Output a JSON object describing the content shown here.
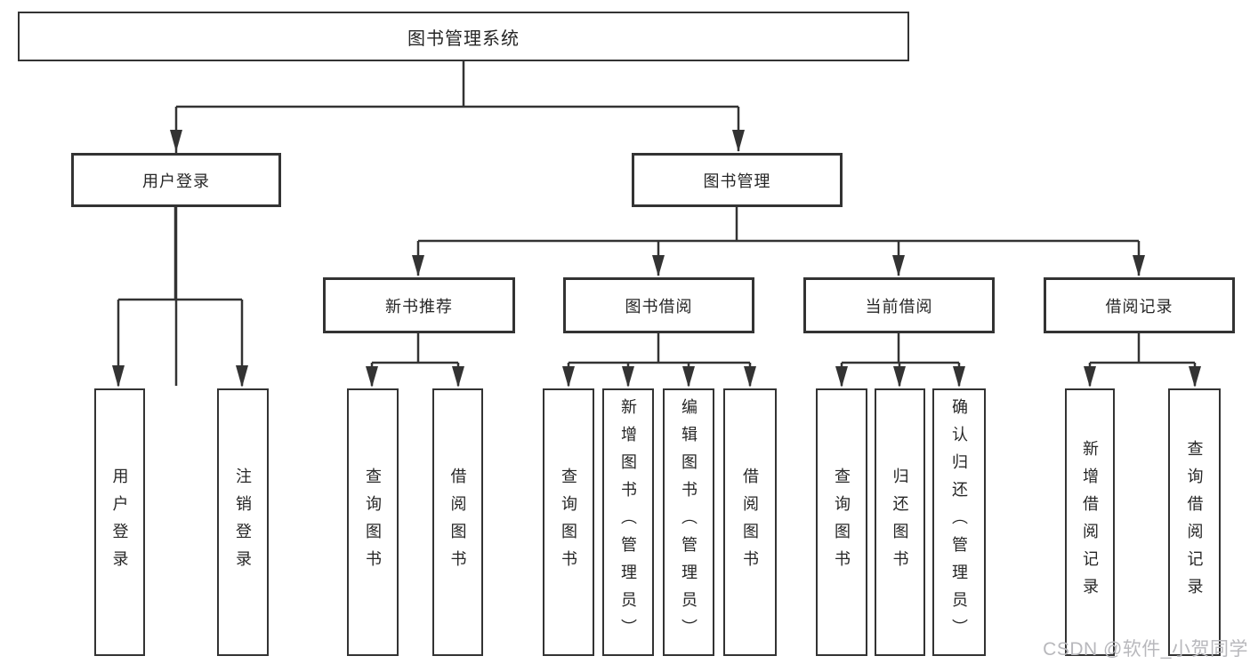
{
  "diagram_title": "图书管理系统",
  "nodes": {
    "root": "图书管理系统",
    "user_login": "用户登录",
    "book_mgmt": "图书管理",
    "new_book_rec": "新书推荐",
    "book_borrow": "图书借阅",
    "current_borrow": "当前借阅",
    "borrow_records": "借阅记录",
    "login": "用户登录",
    "logout": "注销登录",
    "rec_query": "查询图书",
    "rec_borrow": "借阅图书",
    "bb_query": "查询图书",
    "bb_add": "新增图书（管理员）",
    "bb_edit": "编辑图书（管理员）",
    "bb_borrow": "借阅图书",
    "cb_query": "查询图书",
    "cb_return": "归还图书",
    "cb_confirm": "确认归还（管理员）",
    "br_add": "新增借阅记录",
    "br_query": "查询借阅记录"
  },
  "hierarchy": {
    "图书管理系统": {
      "用户登录": [
        "用户登录",
        "注销登录"
      ],
      "图书管理": {
        "新书推荐": [
          "查询图书",
          "借阅图书"
        ],
        "图书借阅": [
          "查询图书",
          "新增图书（管理员）",
          "编辑图书（管理员）",
          "借阅图书"
        ],
        "当前借阅": [
          "查询图书",
          "归还图书",
          "确认归还（管理员）"
        ],
        "借阅记录": [
          "新增借阅记录",
          "查询借阅记录"
        ]
      }
    }
  },
  "watermark": "CSDN @软件_小贺同学",
  "colors": {
    "line": "#333333",
    "box_border": "#333333",
    "text": "#262626",
    "background": "#ffffff",
    "watermark": "#b8b8bc"
  }
}
